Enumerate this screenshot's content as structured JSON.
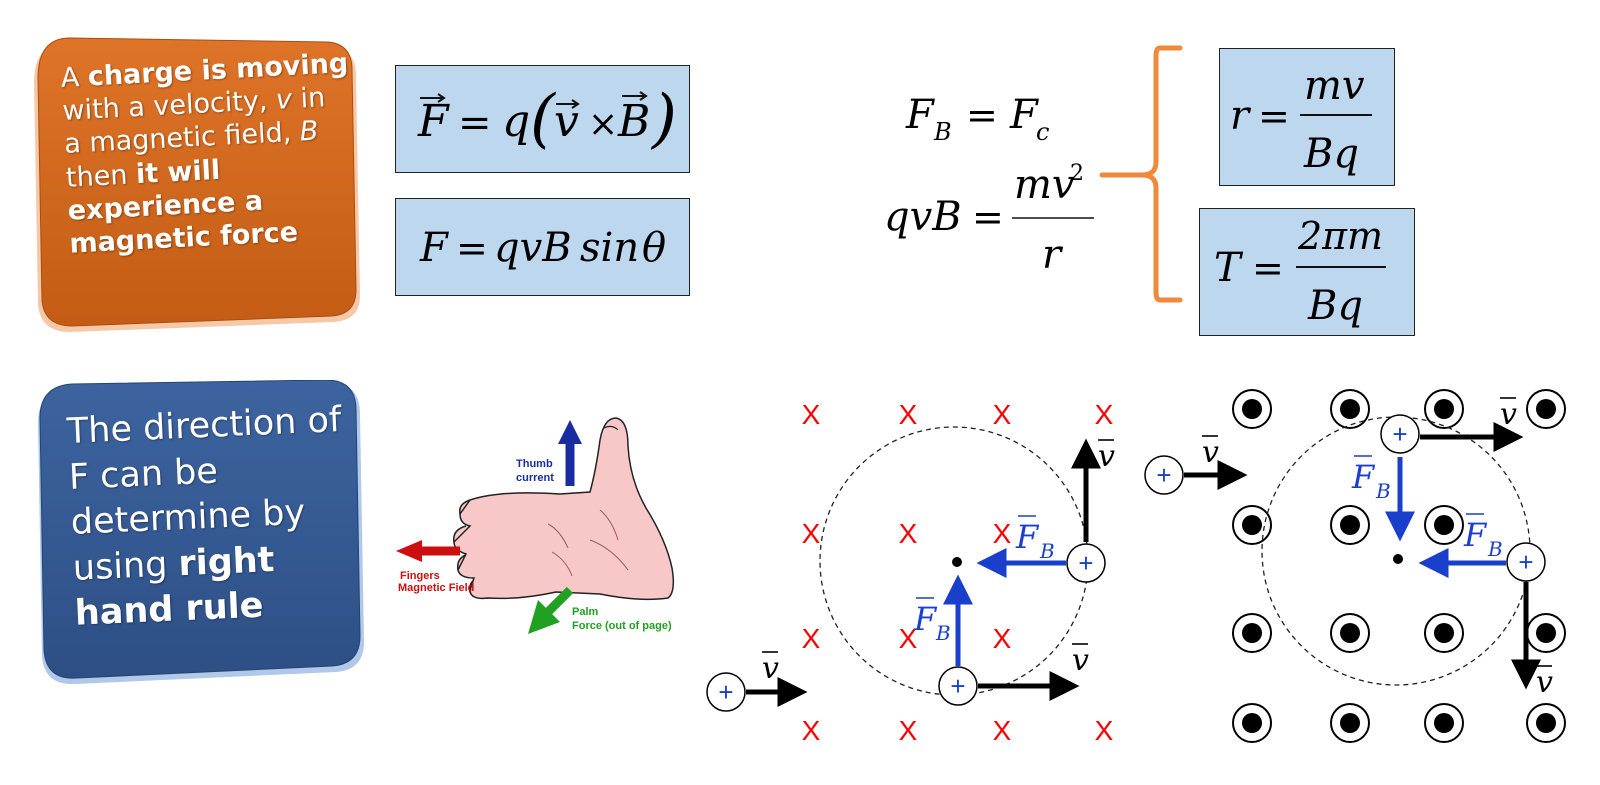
{
  "card_force": {
    "t1": "A ",
    "t2": "charge is moving",
    "t3": "with a velocity, ",
    "t4": "v",
    "t5": " in",
    "t6": "a magnetic field, ",
    "t7": "B",
    "t8": "then ",
    "t9": "it will",
    "t10": "experience a",
    "t11": "magnetic force",
    "color": "#d0661f"
  },
  "card_direction": {
    "t1": "The direction of",
    "t2": "F can be",
    "t3": "determine by",
    "t4": "using ",
    "t5": "right",
    "t6": "hand rule",
    "color": "#355a91"
  },
  "equations": {
    "cross_product": "F = q(v × B)",
    "magnitude": "F = qvB sin θ",
    "balance": "F_B = F_c",
    "centripetal": "qvB = mv²/r",
    "radius": "r = mv/(Bq)",
    "period": "T = 2πm/(Bq)"
  },
  "hand_rule": {
    "thumb": "Thumb",
    "thumb2": "current",
    "fingers": "Fingers",
    "fingers2": "Magnetic Field",
    "palm": "Palm",
    "palm2": "Force (out of page)"
  },
  "field_into": {
    "symbol": "X",
    "color": "#ff0000"
  },
  "symbols": {
    "v": "v",
    "F": "F",
    "B_sub": "B",
    "plus": "+"
  },
  "colors": {
    "box_fill": "#bdd7ee",
    "force_arrow": "#1a3fcc",
    "bracket": "#f08a3a"
  }
}
